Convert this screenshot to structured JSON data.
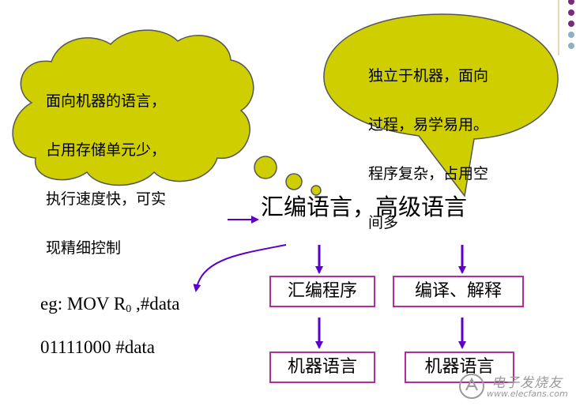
{
  "thought_cloud": {
    "lines": [
      "面向机器的语言，",
      "占用存储单元少，",
      "执行速度快，可实",
      "现精细控制"
    ]
  },
  "speech_bubble": {
    "lines": [
      "独立于机器，面向",
      "过程，易学易用。",
      "程序复杂，占用空",
      "间多"
    ]
  },
  "main_title": "汇编语言，高级语言",
  "left_branch": {
    "translator": "汇编程序",
    "result": "机器语言"
  },
  "right_branch": {
    "translator": "编译、解释",
    "result": "机器语言"
  },
  "example": {
    "prefix": "eg: MOV  R",
    "subscript": "0",
    "suffix": " ,#data",
    "binary": "01111000  #data"
  },
  "watermark": {
    "title": "电子发烧友",
    "url": "www.elecfans.com"
  },
  "colors": {
    "cloud_fill": "#cfcf00",
    "cloud_stroke": "#555555",
    "arrow": "#5a00c8",
    "box_border": "#b0309a",
    "dot_purple": "#7b2a7b",
    "dot_blue": "#8eb0c0"
  }
}
